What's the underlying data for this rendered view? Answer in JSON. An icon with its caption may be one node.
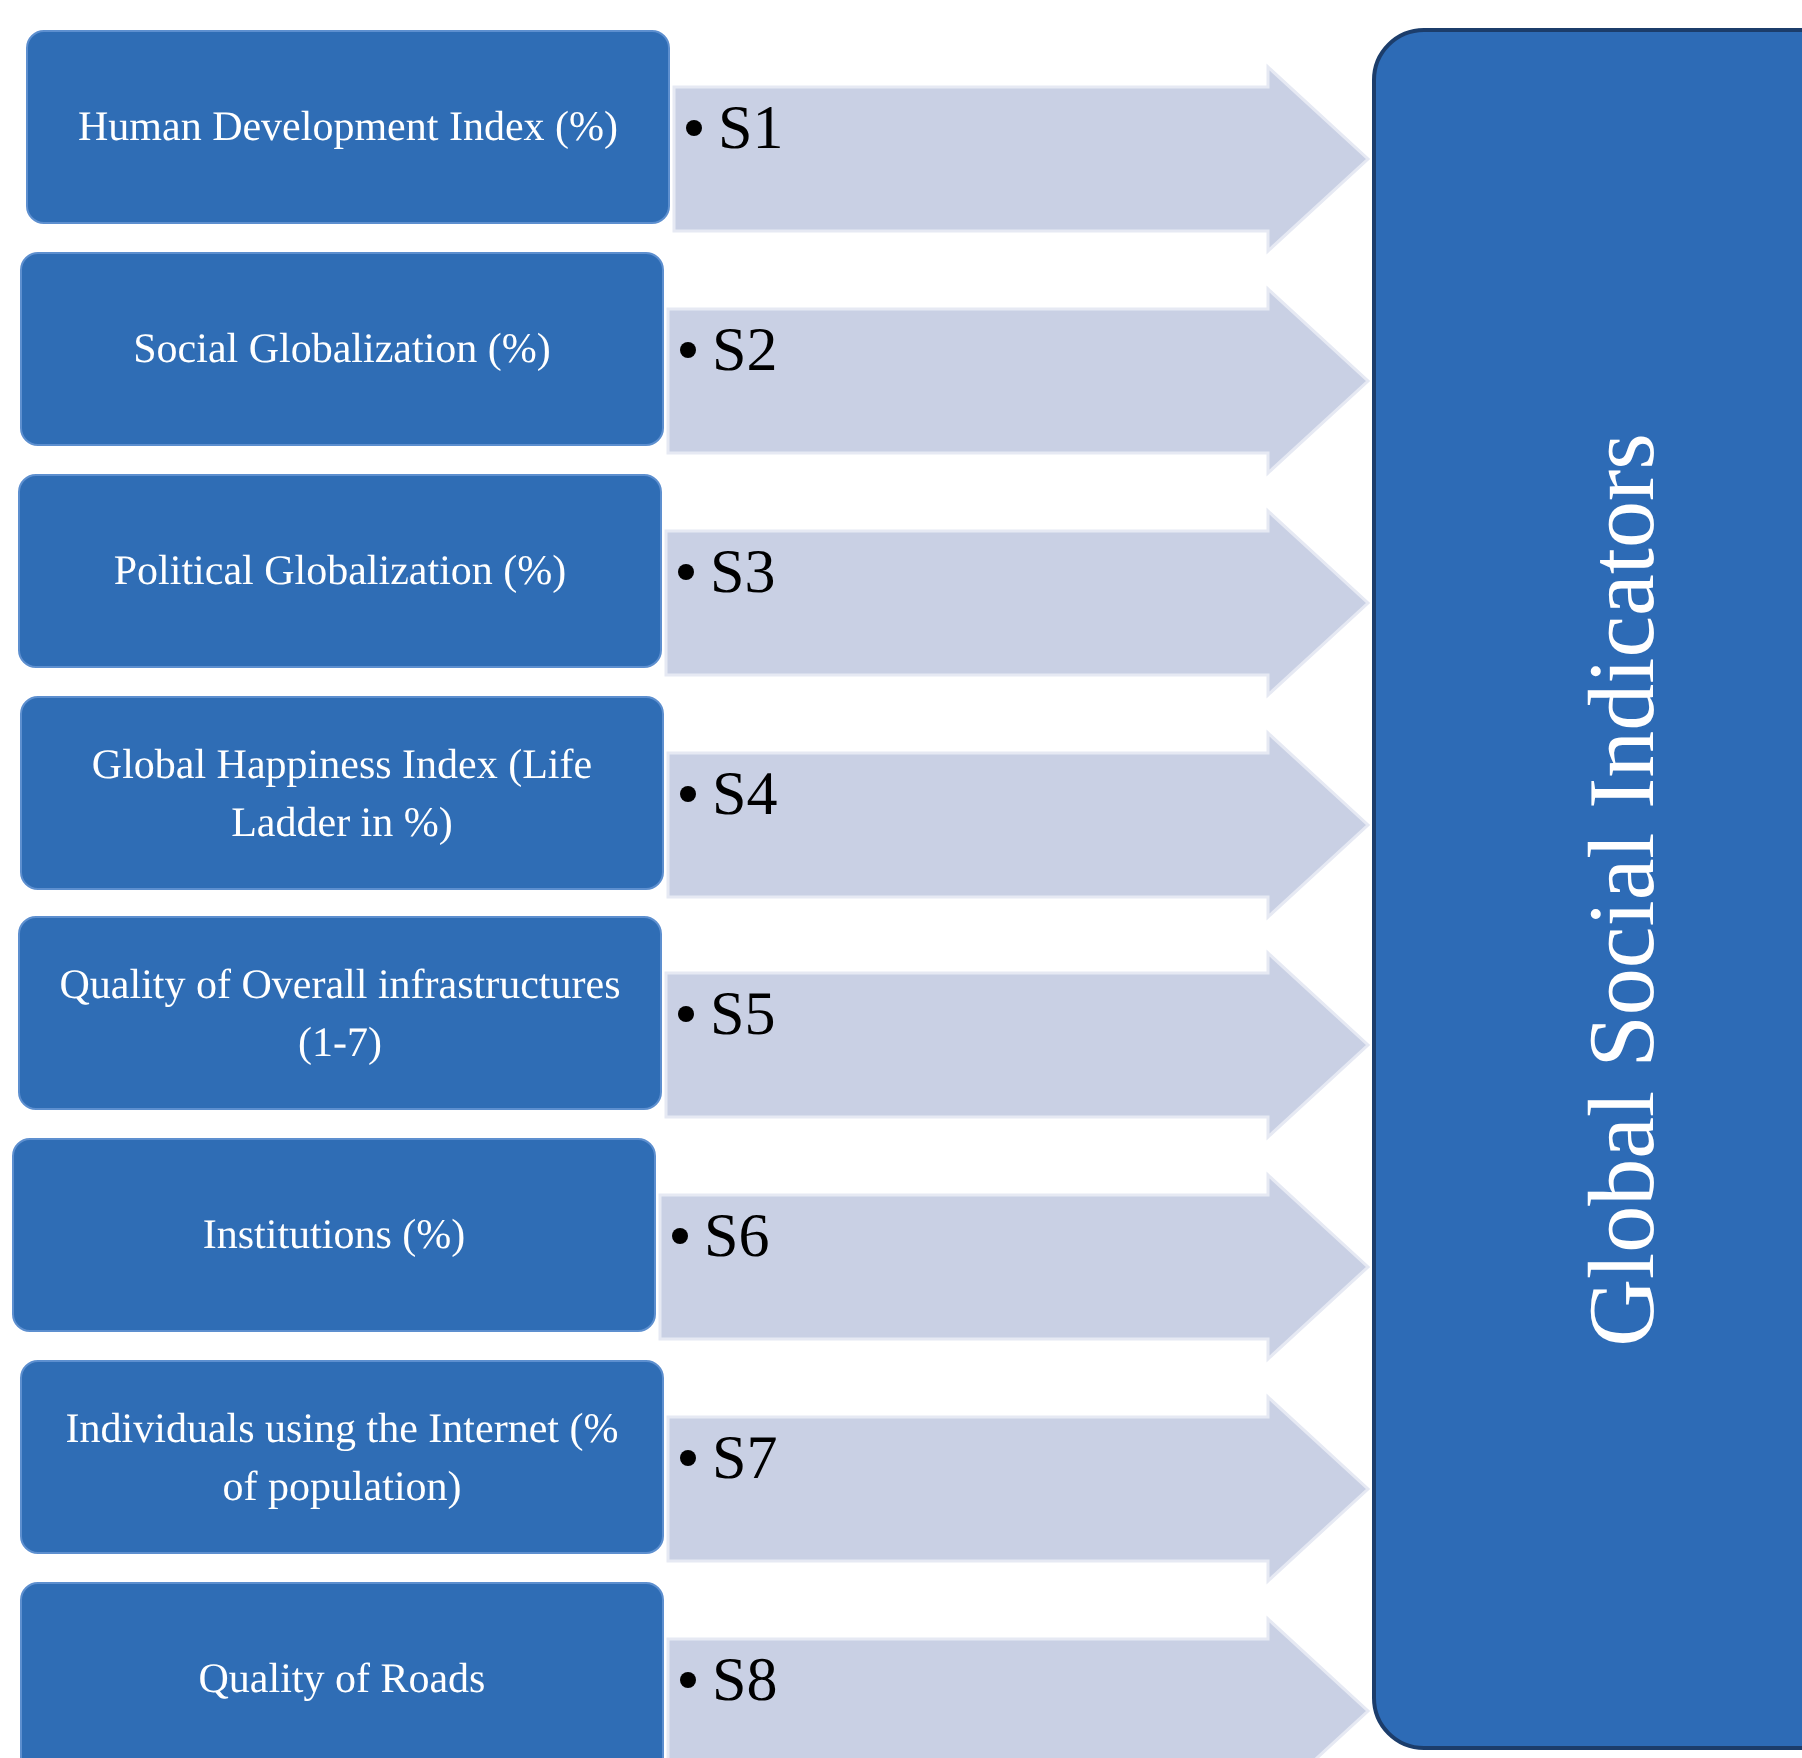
{
  "diagram": {
    "nodes": [
      {
        "text": [
          "Human Development Index (%)"
        ]
      },
      {
        "text": [
          "Social Globalization (%)"
        ]
      },
      {
        "text": [
          "Political Globalization (%)"
        ]
      },
      {
        "text": [
          "Global Happiness Index (Life Ladder in %)"
        ]
      },
      {
        "text": [
          "Quality of Overall infrastructures (1-7)"
        ]
      },
      {
        "text": [
          "Institutions (%)"
        ]
      },
      {
        "text": [
          "Individuals using the Internet (% of population)"
        ]
      },
      {
        "text": [
          "Quality of Roads"
        ]
      },
      {
        "text": [
          "Global Social Indicators"
        ]
      }
    ],
    "edges": [
      {
        "from": 0,
        "to": 8,
        "arrow": "to",
        "label": "S1"
      },
      {
        "from": 1,
        "to": 8,
        "arrow": "to",
        "label": "S2"
      },
      {
        "from": 2,
        "to": 8,
        "arrow": "to",
        "label": "S3"
      },
      {
        "from": 3,
        "to": 8,
        "arrow": "to",
        "label": "S4"
      },
      {
        "from": 4,
        "to": 8,
        "arrow": "to",
        "label": "S5"
      },
      {
        "from": 5,
        "to": 8,
        "arrow": "to",
        "label": "S6"
      },
      {
        "from": 6,
        "to": 8,
        "arrow": "to",
        "label": "S7"
      },
      {
        "from": 7,
        "to": 8,
        "arrow": "to",
        "label": "S8"
      }
    ]
  }
}
